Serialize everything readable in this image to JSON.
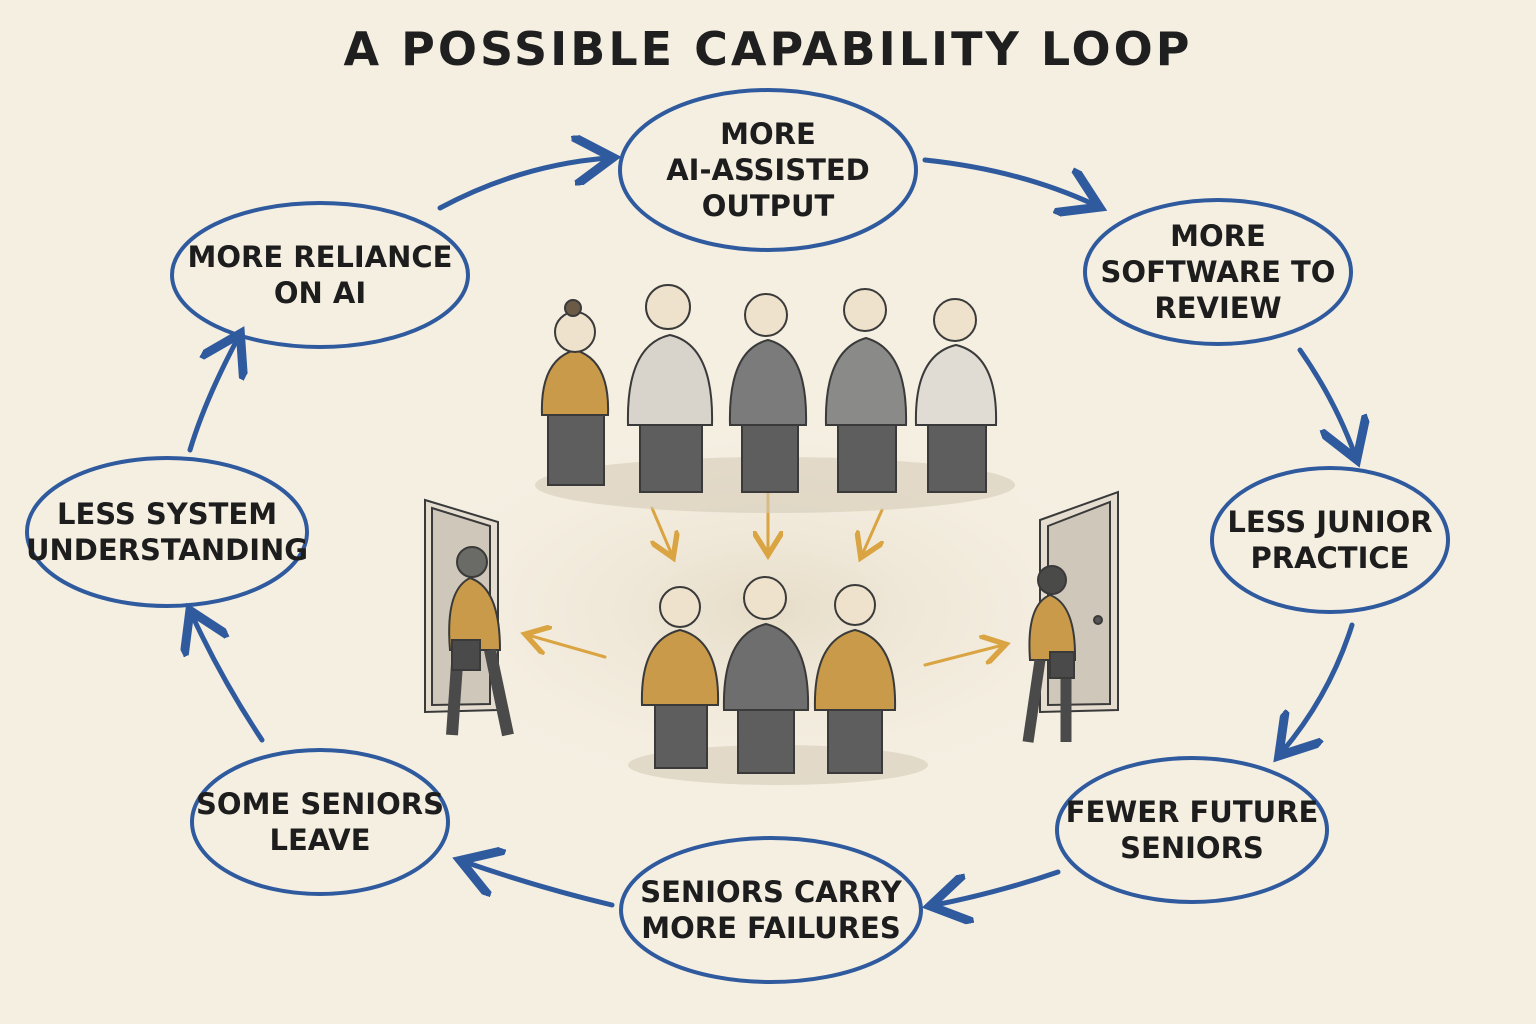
{
  "title": "A POSSIBLE CAPABILITY LOOP",
  "nodes": [
    {
      "id": "ai-output",
      "label": "MORE\nAI-ASSISTED\nOUTPUT"
    },
    {
      "id": "software-review",
      "label": "MORE\nSOFTWARE TO\nREVIEW"
    },
    {
      "id": "junior-practice",
      "label": "LESS JUNIOR\nPRACTICE"
    },
    {
      "id": "future-seniors",
      "label": "FEWER FUTURE\nSENIORS"
    },
    {
      "id": "seniors-failures",
      "label": "SENIORS CARRY\nMORE FAILURES"
    },
    {
      "id": "seniors-leave",
      "label": "SOME SENIORS\nLEAVE"
    },
    {
      "id": "system-understanding",
      "label": "LESS SYSTEM\nUNDERSTANDING"
    },
    {
      "id": "reliance-ai",
      "label": "MORE RELIANCE\nON AI"
    }
  ],
  "colors": {
    "background": "#f5efe2",
    "loop_blue": "#2f5a9e",
    "accent_ochre": "#d9a441",
    "shirt_ochre": "#c99a4a",
    "shirt_gray": "#8a8a88",
    "shirt_light": "#d8d4cc",
    "pencil": "#3a3a3a"
  }
}
